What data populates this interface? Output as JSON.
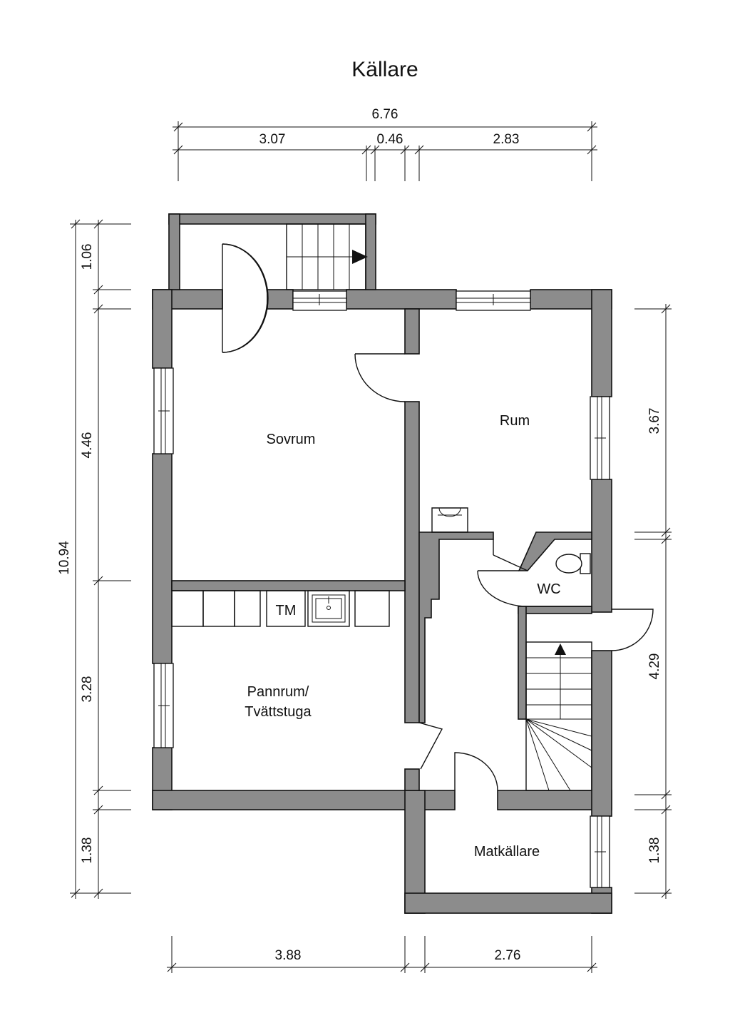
{
  "title": "Källare",
  "rooms": {
    "sovrum": "Sovrum",
    "rum": "Rum",
    "wc": "WC",
    "tm": "TM",
    "pannrum_line1": "Pannrum/",
    "pannrum_line2": "Tvättstuga",
    "matkallare": "Matkällare"
  },
  "dimensions": {
    "top_total": "6.76",
    "top_left": "3.07",
    "top_mid": "0.46",
    "top_right": "2.83",
    "left_total": "10.94",
    "left_1": "1.06",
    "left_2": "4.46",
    "left_3": "3.28",
    "left_4": "1.38",
    "right_1": "3.67",
    "right_2": "4.29",
    "right_3": "1.38",
    "bottom_left": "3.88",
    "bottom_right": "2.76"
  },
  "colors": {
    "wall_fill": "#8c8c8c",
    "line": "#111111",
    "background": "#ffffff"
  }
}
